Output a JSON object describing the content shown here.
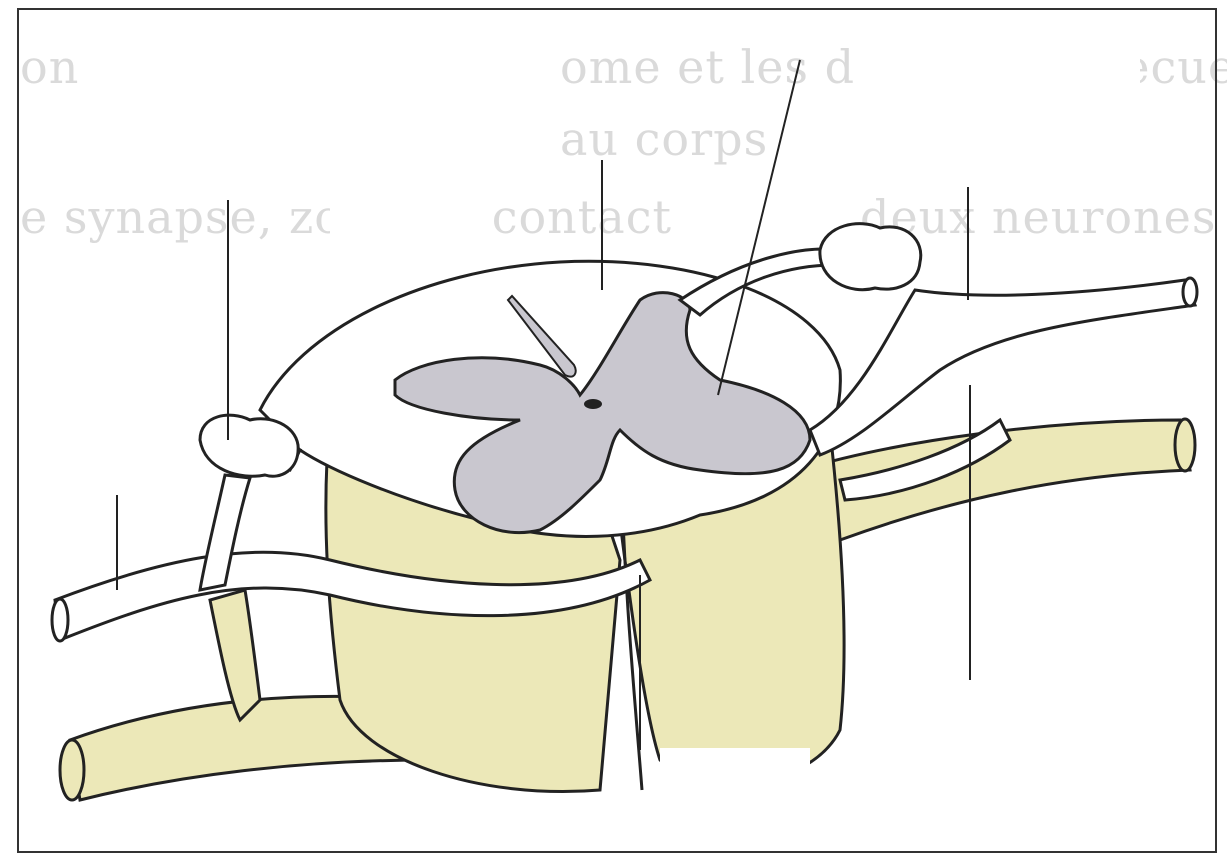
{
  "figure": {
    "background_color": "#ffffff",
    "cord_fill_color": "#ece8b8",
    "white_matter_color": "#ffffff",
    "grey_matter_color": "#c9c7cf",
    "outline_color": "#222222"
  },
  "background_print": [
    "on",
    "ome et les dendrites. Recueil",
    "au corps",
    "e synapse, zone de contact",
    "deux neurones"
  ],
  "blank_label_boxes": [
    {
      "name": "label-box-top-left"
    },
    {
      "name": "label-box-top-center"
    },
    {
      "name": "label-box-top-right-upper"
    },
    {
      "name": "label-box-top-right-lower"
    },
    {
      "name": "label-box-left"
    },
    {
      "name": "label-box-bottom-center"
    },
    {
      "name": "label-box-bottom-right"
    }
  ]
}
